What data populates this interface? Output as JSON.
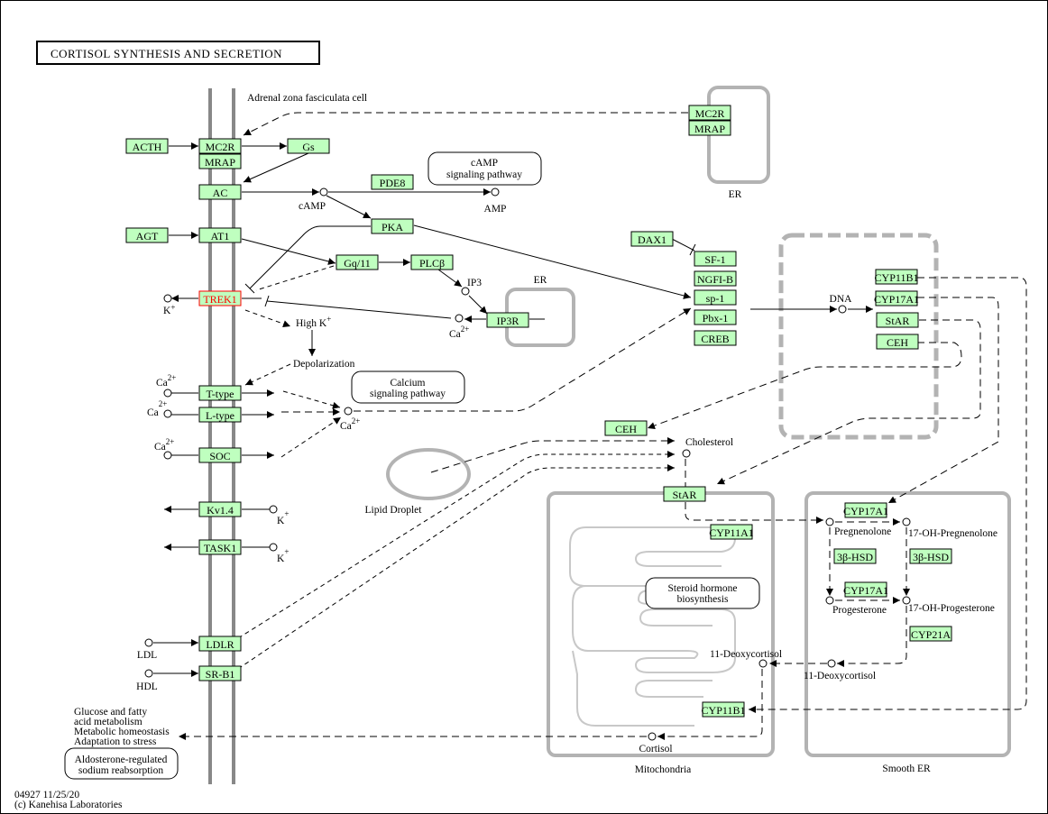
{
  "title": "CORTISOL SYNTHESIS AND SECRETION",
  "colors": {
    "gene_fill": "#bfffbf",
    "highlight": "#ff0000",
    "compartment": "#b3b3b3",
    "membrane": "#888888"
  },
  "footer": {
    "id_date": "04927 11/25/20",
    "copyright": "(c) Kanehisa Laboratories"
  },
  "cell_label": "Adrenal zona fasciculata cell",
  "compartments": {
    "er_top": "ER",
    "er_mid": "ER",
    "mitochondria": "Mitochondria",
    "smooth_er": "Smooth ER",
    "lipid_droplet": "Lipid Droplet"
  },
  "pathways": {
    "camp": [
      "cAMP",
      "signaling pathway"
    ],
    "calcium": [
      "Calcium",
      "signaling pathway"
    ],
    "steroid": [
      "Steroid hormone",
      "biosynthesis"
    ],
    "aldosterone": [
      "Aldosterone-regulated",
      "sodium reabsorption"
    ]
  },
  "genes": {
    "acth": "ACTH",
    "mc2r": "MC2R",
    "mrap": "MRAP",
    "gs": "Gs",
    "ac": "AC",
    "pde8": "PDE8",
    "pka": "PKA",
    "agt": "AGT",
    "at1": "AT1",
    "gq11": "Gq/11",
    "plcb": "PLCβ",
    "trek1": "TREK1",
    "ip3r": "IP3R",
    "ttype": "T-type",
    "ltype": "L-type",
    "soc": "SOC",
    "kv14": "Kv1.4",
    "task1": "TASK1",
    "ldlr": "LDLR",
    "srb1": "SR-B1",
    "mc2r_er": "MC2R",
    "mrap_er": "MRAP",
    "dax1": "DAX1",
    "sf1": "SF-1",
    "ngfib": "NGFI-B",
    "sp1": "sp-1",
    "pbx1": "Pbx-1",
    "creb": "CREB",
    "cyp11b1_n": "CYP11B1",
    "cyp17a1_n": "CYP17A1",
    "star_n": "StAR",
    "ceh_n": "CEH",
    "ceh": "CEH",
    "star": "StAR",
    "cyp11a1": "CYP11A1",
    "cyp11b1": "CYP11B1",
    "cyp17a1_a": "CYP17A1",
    "hsd_a": "3β-HSD",
    "hsd_b": "3β-HSD",
    "cyp17a1_b": "CYP17A1",
    "cyp21a": "CYP21A"
  },
  "compounds": {
    "camp": "cAMP",
    "amp": "AMP",
    "ip3": "IP3",
    "ca_er": "Ca",
    "k_trek": "K",
    "highk": "High K",
    "depol": "Depolarization",
    "ca_t": "Ca",
    "ca_l": "Ca",
    "ca_soc": "Ca",
    "ca_center": "Ca",
    "k_kv": "K",
    "k_task": "K",
    "ldl": "LDL",
    "hdl": "HDL",
    "dna": "DNA",
    "cholesterol": "Cholesterol",
    "pregnenolone": "Pregnenolone",
    "oh_pregnenolone": "17-OH-Pregnenolone",
    "progesterone": "Progesterone",
    "oh_progesterone": "17-OH-Progesterone",
    "deoxy_er": "11-Deoxycortisol",
    "deoxy_mito": "11-Deoxycortisol",
    "cortisol": "Cortisol"
  },
  "superscripts": {
    "ca": "2+",
    "k": "+"
  },
  "outcomes": [
    "Glucose and fatty",
    "acid metabolism",
    "Metabolic homeostasis",
    "Adaptation to stress"
  ]
}
